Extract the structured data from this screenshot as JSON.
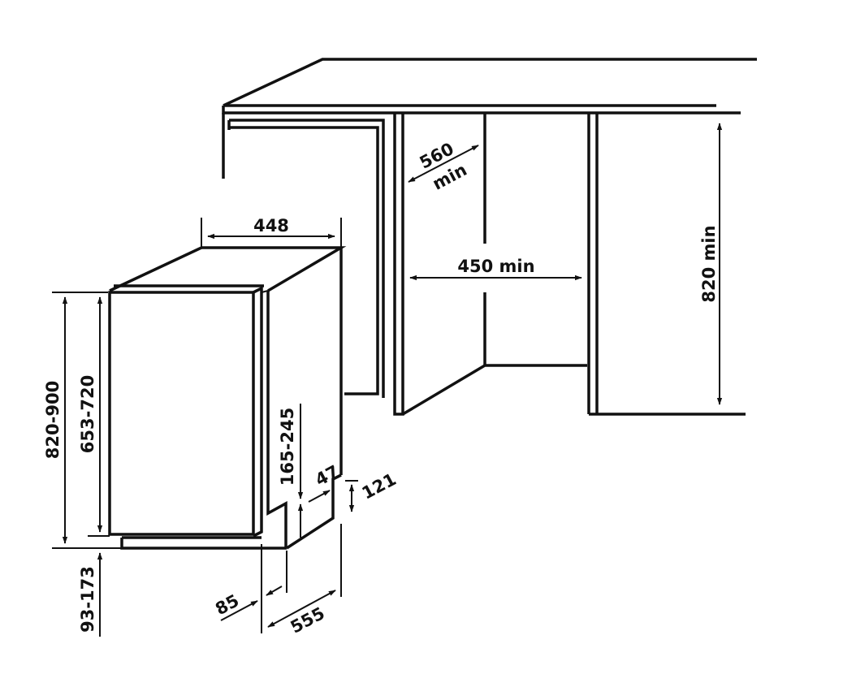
{
  "diagram": {
    "width_label": "448",
    "depth_label": "555",
    "recess_label": "85",
    "height_label": "820-900",
    "door_height_label": "653-720",
    "plinth_label": "93-173",
    "toe_label": "165-245",
    "foot_label": "47",
    "foot_height_label": "121",
    "niche_depth_value": "560",
    "niche_depth_unit": "min",
    "niche_width_label": "450 min",
    "niche_height_label": "820 min"
  },
  "colors": {
    "line": "#111111",
    "background": "#ffffff"
  }
}
